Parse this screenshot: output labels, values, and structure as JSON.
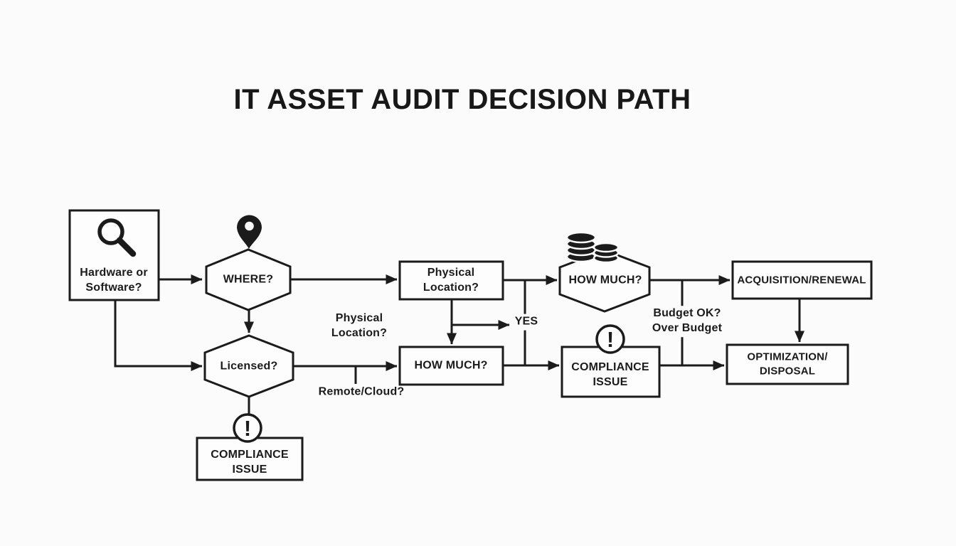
{
  "title": "IT ASSET AUDIT DECISION PATH",
  "diagram": {
    "type": "flowchart",
    "colors": {
      "ink": "#1b1b1b",
      "background": "#fbfbfb",
      "node_fill": "#fdfdfd"
    },
    "nodes": {
      "hardware_or_software": {
        "shape": "rect",
        "icon": "magnifier-icon",
        "label": "Hardware or\nSoftware?"
      },
      "where": {
        "shape": "hexagon",
        "icon": "location-pin-icon",
        "label": "WHERE?"
      },
      "licensed": {
        "shape": "hexagon",
        "label": "Licensed?"
      },
      "compliance_issue_left": {
        "shape": "rect",
        "icon": "exclamation-icon",
        "label": "COMPLIANCE\nISSUE"
      },
      "physical_location": {
        "shape": "rect",
        "label": "Physical\nLocation?"
      },
      "how_much_box": {
        "shape": "rect",
        "label": "HOW MUCH?"
      },
      "how_much_hex": {
        "shape": "hexagon",
        "icon": "coins-icon",
        "label": "HOW MUCH?"
      },
      "compliance_issue_right": {
        "shape": "rect",
        "icon": "exclamation-icon",
        "label": "COMPLIANCE\nISSUE"
      },
      "acquisition_renewal": {
        "shape": "rect",
        "label": "ACQUISITION/RENEWAL"
      },
      "optimization_disposal": {
        "shape": "rect",
        "label": "OPTIMIZATION/\nDISPOSAL"
      }
    },
    "edge_labels": {
      "physical_location": "Physical\nLocation?",
      "remote_cloud": "Remote/Cloud?",
      "yes": "YES",
      "budget": "Budget OK?\nOver Budget"
    },
    "edges": [
      {
        "from": "hardware_or_software",
        "to": "where"
      },
      {
        "from": "hardware_or_software",
        "to": "licensed"
      },
      {
        "from": "where",
        "to": "licensed"
      },
      {
        "from": "where",
        "to": "physical_location"
      },
      {
        "from": "licensed",
        "to": "how_much_box",
        "label": "Remote/Cloud?"
      },
      {
        "from": "licensed",
        "to": "compliance_issue_left"
      },
      {
        "from": "physical_location",
        "to": "how_much_box",
        "label": "YES"
      },
      {
        "from": "physical_location",
        "to": "how_much_hex"
      },
      {
        "from": "how_much_box",
        "to": "compliance_issue_right"
      },
      {
        "from": "how_much_hex",
        "to": "acquisition_renewal",
        "label": "Budget OK?\nOver Budget"
      },
      {
        "from": "compliance_issue_right",
        "to": "optimization_disposal"
      },
      {
        "from": "acquisition_renewal",
        "to": "optimization_disposal"
      }
    ],
    "icons": {
      "exclamation_glyph": "!"
    }
  }
}
